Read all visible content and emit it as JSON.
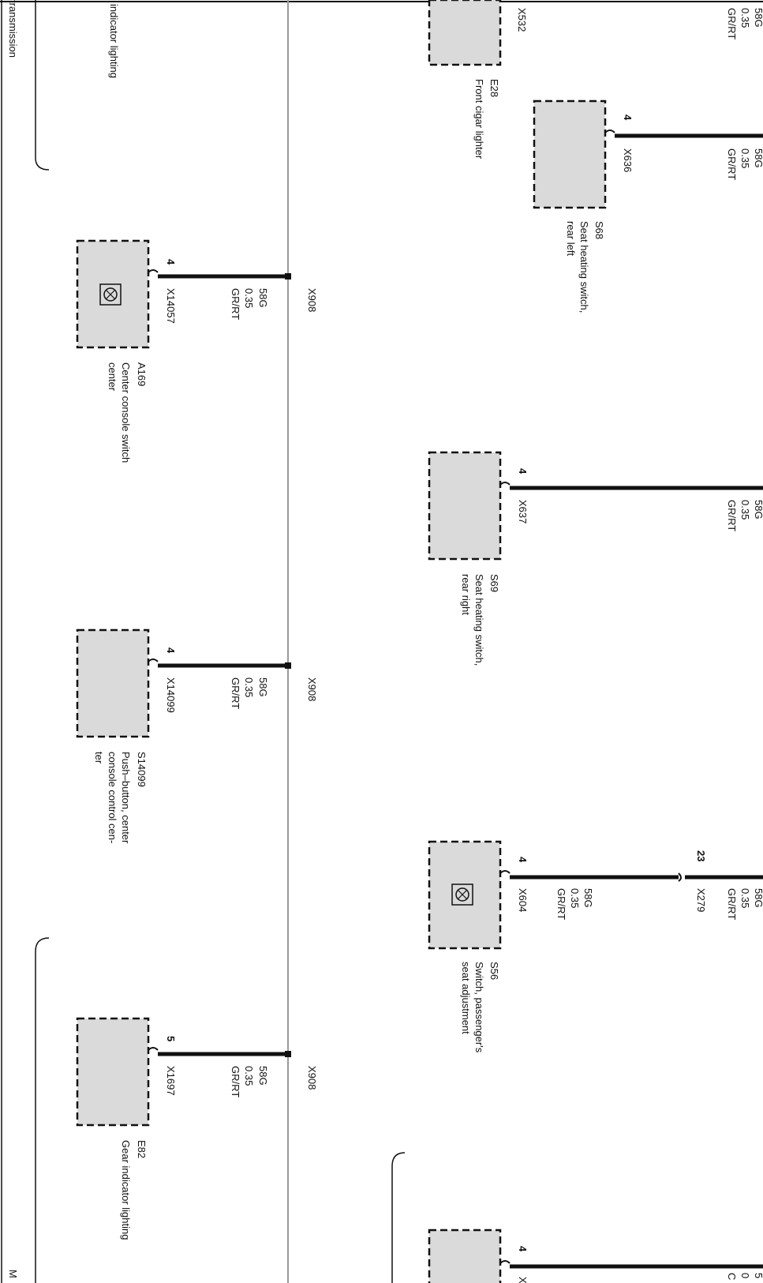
{
  "colors": {
    "wire": "#111111",
    "bus": "#9a9a9a",
    "box_fill": "#dadada",
    "box_border": "#111111",
    "text": "#111111"
  },
  "top": {
    "x532": "X532",
    "e28": {
      "id": "E28",
      "label": "Front cigar lighter"
    },
    "s68": {
      "id": "S68",
      "label1": "Seat heating switch,",
      "label2": "rear left",
      "pin": "4",
      "conn": "X636"
    },
    "s69": {
      "id": "S69",
      "label1": "Seat heating switch,",
      "label2": "rear right",
      "pin": "4",
      "conn": "X637"
    },
    "s56": {
      "id": "S56",
      "label1": "Switch, passenger's",
      "label2": "seat adjustment",
      "pin": "4",
      "conn": "X604",
      "pin23": "23",
      "conn279": "X279"
    },
    "br_pin": "4",
    "wire_a": {
      "code": "58G",
      "size": "0.35",
      "color": "GR/RT"
    },
    "wire_b": {
      "code": "58G",
      "size": "0.35",
      "color": "GR/RT"
    },
    "wire_c": {
      "code": "58G",
      "size": "0.35",
      "color": "GR/RT"
    },
    "wire_d": {
      "code": "58G",
      "size": "0.35",
      "color": "GR/RT"
    },
    "wire_d2": {
      "code": "58G",
      "size": "0.35",
      "color": "GR/RT"
    },
    "wire_e": {
      "code": "5",
      "size": "0",
      "color": "C"
    }
  },
  "bottom": {
    "transmission": "transmission",
    "indicator": "indicator lighting",
    "a169": {
      "id": "A169",
      "label1": "Center console switch",
      "label2": "center",
      "pin": "4",
      "conn": "X14057",
      "bus": "X908"
    },
    "s14099": {
      "id": "S14099",
      "label1": "Push–button, center",
      "label2": "console control cen-",
      "label3": "ter",
      "pin": "4",
      "conn": "X14099",
      "bus": "X908"
    },
    "e82": {
      "id": "E82",
      "label": "Gear indicator lighting",
      "pin": "5",
      "conn": "X1697",
      "bus": "X908"
    },
    "wire_1": {
      "code": "58G",
      "size": "0.35",
      "color": "GR/RT"
    },
    "wire_2": {
      "code": "58G",
      "size": "0.35",
      "color": "GR/RT"
    },
    "wire_3": {
      "code": "58G",
      "size": "0.35",
      "color": "GR/RT"
    },
    "corner": "M",
    "corner_x": "X"
  }
}
